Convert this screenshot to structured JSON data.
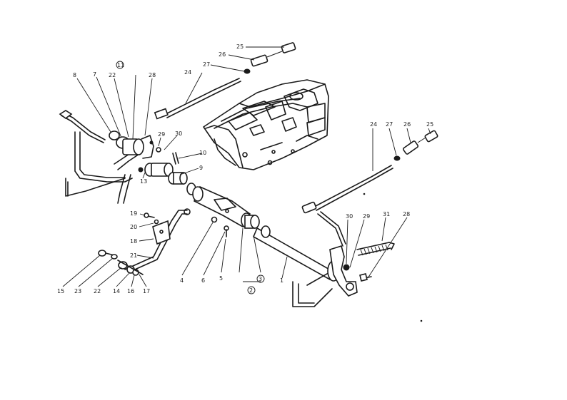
{
  "callouts": {
    "c8": "8",
    "c7": "7",
    "c22a": "22",
    "c11": "11",
    "c28a": "28",
    "c29a": "29",
    "c30a": "30",
    "c10": "10",
    "c9": "9",
    "c13": "13",
    "c24a": "24",
    "c27a": "27",
    "c26a": "26",
    "c25a": "25",
    "c24b": "24",
    "c27b": "27",
    "c26b": "26",
    "c25b": "25",
    "c19": "19",
    "c20": "20",
    "c18": "18",
    "c21": "21",
    "c15": "15",
    "c23": "23",
    "c22b": "22",
    "c14": "14",
    "c16": "16",
    "c17": "17",
    "c4": "4",
    "c6": "6",
    "c5": "5",
    "c3": "3",
    "c2": "2",
    "c1": "1",
    "c30b": "30",
    "c29b": "29",
    "c31": "31",
    "c28b": "28"
  }
}
